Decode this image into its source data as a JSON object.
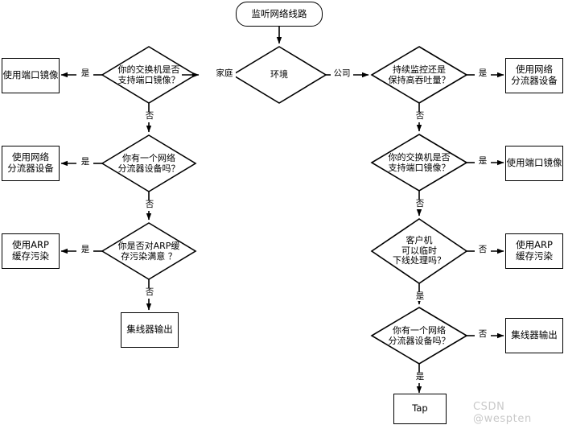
{
  "diagram": {
    "title_node": {
      "id": "start",
      "label": "监听网络线路",
      "shape": "terminal"
    },
    "root_decision": {
      "id": "env",
      "label": "环境",
      "shape": "diamond"
    },
    "branch_labels": {
      "left": "家庭",
      "right": "公司"
    },
    "yes_label": "是",
    "no_label": "否",
    "left_column": {
      "decisions": [
        {
          "id": "l-d1",
          "label": "你的交换机是否\n支持端口镜像？",
          "yes_target": "使用端口镜像",
          "no_label": "否"
        },
        {
          "id": "l-d2",
          "label": "你有一个网络\n分流器设备吗？",
          "yes_target": "使用网络\n分流器设备",
          "no_label": "否"
        },
        {
          "id": "l-d3",
          "label": "你是否对ARP缓\n存污染满意 ？",
          "yes_target": "使用ARP\n缓存污染",
          "no_label": "否"
        }
      ],
      "outcomes": [
        {
          "id": "l-o1",
          "label": "使用端口镜像"
        },
        {
          "id": "l-o2",
          "label": "使用网络\n分流器设备"
        },
        {
          "id": "l-o3",
          "label": "使用ARP\n缓存污染"
        }
      ],
      "terminal_outcome": {
        "id": "l-end",
        "label": "集线器输出"
      }
    },
    "right_column": {
      "decisions": [
        {
          "id": "r-d1",
          "label": "持续监控还是\n保持高吞吐量？",
          "branch_label": "是",
          "target": "使用网络\n分流器设备",
          "down_label": "否"
        },
        {
          "id": "r-d2",
          "label": "你的交换机是否\n支持端口镜像？",
          "branch_label": "是",
          "target": "使用端口镜像",
          "down_label": "否"
        },
        {
          "id": "r-d3",
          "label": "客户机\n可以临时\n下线处理吗？",
          "branch_label": "否",
          "target": "使用ARP\n缓存污染",
          "down_label": "是"
        },
        {
          "id": "r-d4",
          "label": "你有一个网络\n分流器设备吗？",
          "branch_label": "否",
          "target": "集线器输出",
          "down_label": "是"
        }
      ],
      "outcomes": [
        {
          "id": "r-o1",
          "label": "使用网络\n分流器设备"
        },
        {
          "id": "r-o2",
          "label": "使用端口镜像"
        },
        {
          "id": "r-o3",
          "label": "使用ARP\n缓存污染"
        },
        {
          "id": "r-o4",
          "label": "集线器输出"
        }
      ],
      "terminal_outcome": {
        "id": "r-end",
        "label": "Tap"
      }
    },
    "watermark": "CSDN @wespten",
    "colors": {
      "stroke": "#000000",
      "fill": "#ffffff",
      "watermark": "#c9c9c9"
    }
  }
}
